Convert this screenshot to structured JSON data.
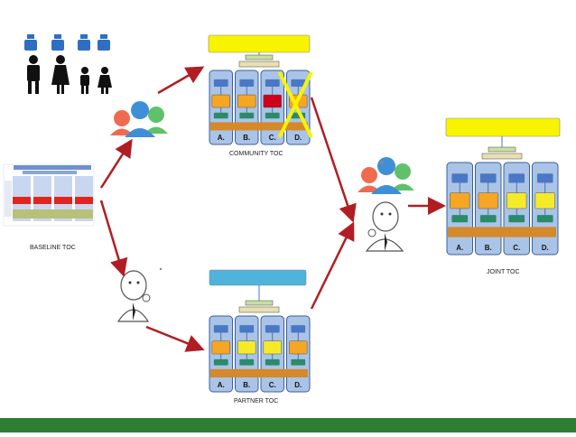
{
  "labels": {
    "baseline": "BASELINE TOC",
    "community": "COMMUNITY  TOC",
    "partner": "PARTNER TOC",
    "joint": "JOINT TOC"
  },
  "columns": [
    "A.",
    "B.",
    "C.",
    "D."
  ],
  "colors": {
    "arrow": "#b01e23",
    "column_bg": "#aac4e8",
    "column_border": "#3b5f9a",
    "box_blue": "#4a78c4",
    "box_orange": "#f5a623",
    "box_yellow": "#f4ea2a",
    "box_red": "#d0021b",
    "box_green": "#2a8a6a",
    "banner_yellow": "#f8f400",
    "banner_blue": "#4fb3dc",
    "footer": "#2f7d32"
  }
}
